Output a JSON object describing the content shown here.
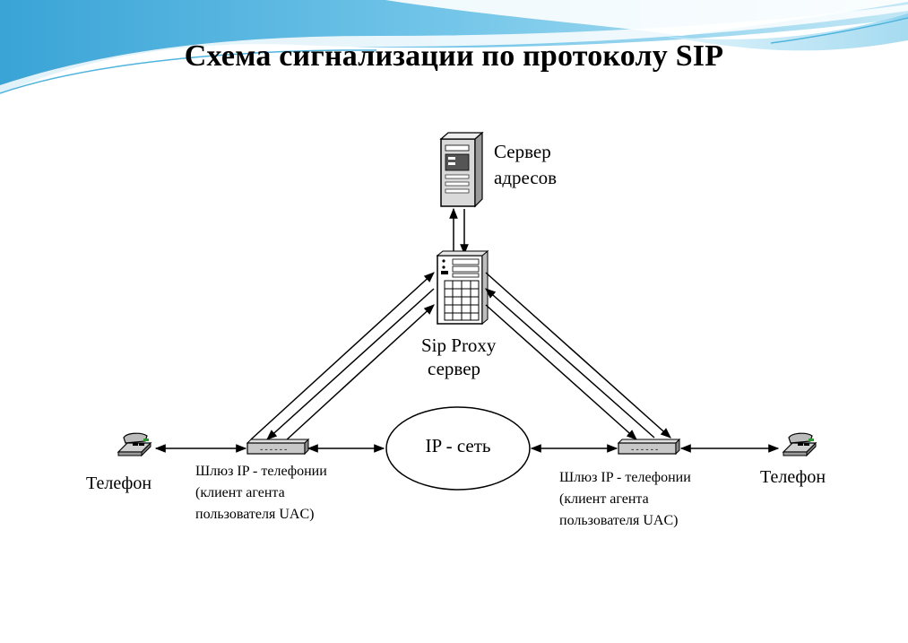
{
  "title": "Схема сигнализации по протоколу SIP",
  "nodes": {
    "address_server": {
      "line1": "Сервер",
      "line2": "адресов"
    },
    "proxy_server": {
      "line1": "Sip Proxy",
      "line2": "сервер"
    },
    "ip_network": {
      "label": "IP - сеть"
    },
    "gateway_left": {
      "line1": "Шлюз IP - телефонии",
      "line2": "(клиент агента",
      "line3": "пользователя UAC)",
      "display": "------"
    },
    "gateway_right": {
      "line1": "Шлюз IP - телефонии",
      "line2": "(клиент агента",
      "line3": "пользователя UAC)",
      "display": "------"
    },
    "phone_left": {
      "label": "Телефон"
    },
    "phone_right": {
      "label": "Телефон"
    }
  },
  "colors": {
    "wave_dark": "#3ba8d8",
    "wave_light": "#a9dcf0",
    "line": "#000000"
  },
  "icons": {
    "address_server": "server-tower-icon",
    "proxy_server": "proxy-server-icon",
    "gateway": "gateway-device-icon",
    "phone": "telephone-icon"
  }
}
